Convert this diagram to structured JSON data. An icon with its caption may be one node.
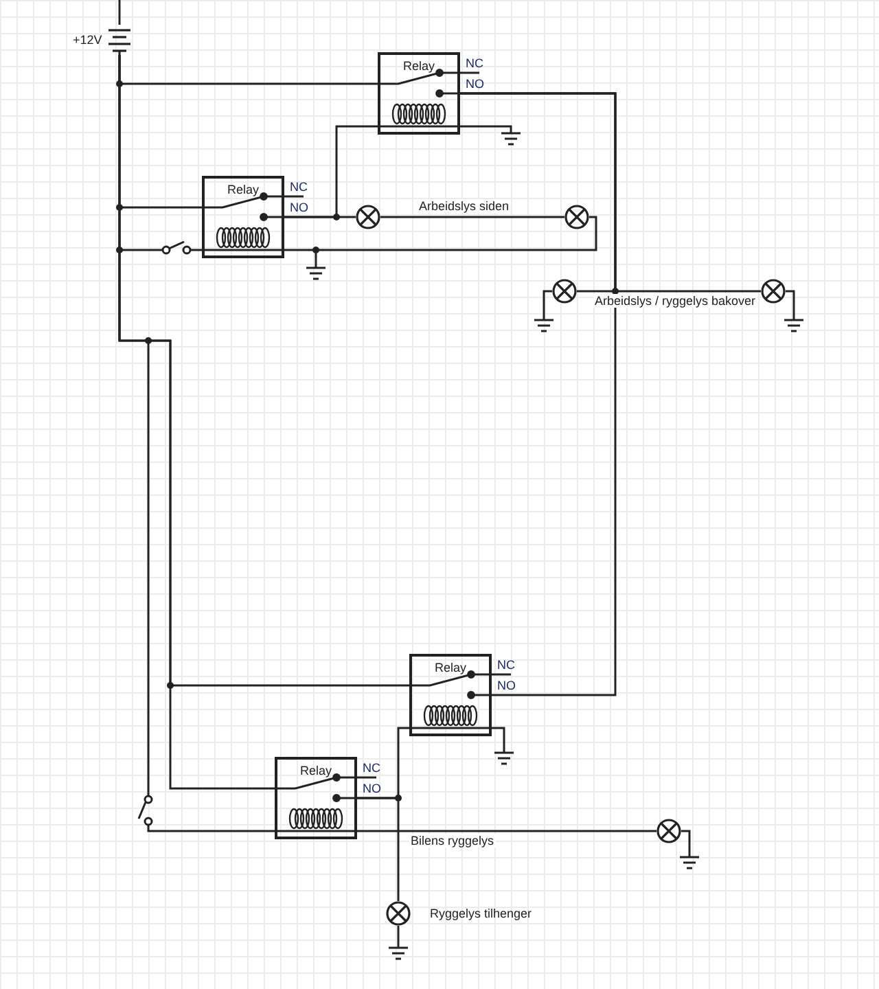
{
  "diagram": {
    "nodes": [
      {
        "text": [],
        "shape": "battery",
        "beside": [
          "+12V"
        ]
      },
      {
        "text": [
          "Relay"
        ],
        "beside": [
          "NC",
          "NO"
        ]
      },
      {
        "text": [
          "Relay"
        ],
        "beside": [
          "NC",
          "NO"
        ]
      },
      {
        "text": [],
        "shape": "circle"
      },
      {
        "text": [],
        "shape": "circle"
      },
      {
        "text": [],
        "shape": "circle"
      },
      {
        "text": [],
        "shape": "circle"
      },
      {
        "text": [
          "Relay"
        ],
        "beside": [
          "NC",
          "NO"
        ]
      },
      {
        "text": [
          "Relay"
        ],
        "beside": [
          "NC",
          "NO"
        ]
      },
      {
        "text": [],
        "shape": "circle"
      },
      {
        "text": [],
        "shape": "circle",
        "beside": [
          "Ryggelys tilhenger"
        ]
      }
    ],
    "edges": [
      {
        "from": 0,
        "to": 1,
        "arrow": "none"
      },
      {
        "from": 0,
        "to": 2,
        "arrow": "none"
      },
      {
        "from": 2,
        "to": 3,
        "arrow": "none"
      },
      {
        "from": 2,
        "to": 1,
        "arrow": "none"
      },
      {
        "from": 3,
        "to": 4,
        "arrow": "none"
      },
      {
        "from": 4,
        "to": 2,
        "arrow": "none"
      },
      {
        "from": 1,
        "to": 5,
        "arrow": "none"
      },
      {
        "from": 1,
        "to": 6,
        "arrow": "none"
      },
      {
        "from": 1,
        "to": 7,
        "arrow": "none"
      },
      {
        "from": 0,
        "to": 7,
        "arrow": "none"
      },
      {
        "from": 0,
        "to": 8,
        "arrow": "none"
      },
      {
        "from": 8,
        "to": 10,
        "arrow": "none"
      },
      {
        "from": 8,
        "to": 7,
        "arrow": "none"
      },
      {
        "from": 8,
        "to": 9,
        "arrow": "none"
      }
    ],
    "labels": [
      "Arbeidslys siden",
      "Arbeidslys / ryggelys bakover",
      "Bilens ryggelys"
    ]
  }
}
